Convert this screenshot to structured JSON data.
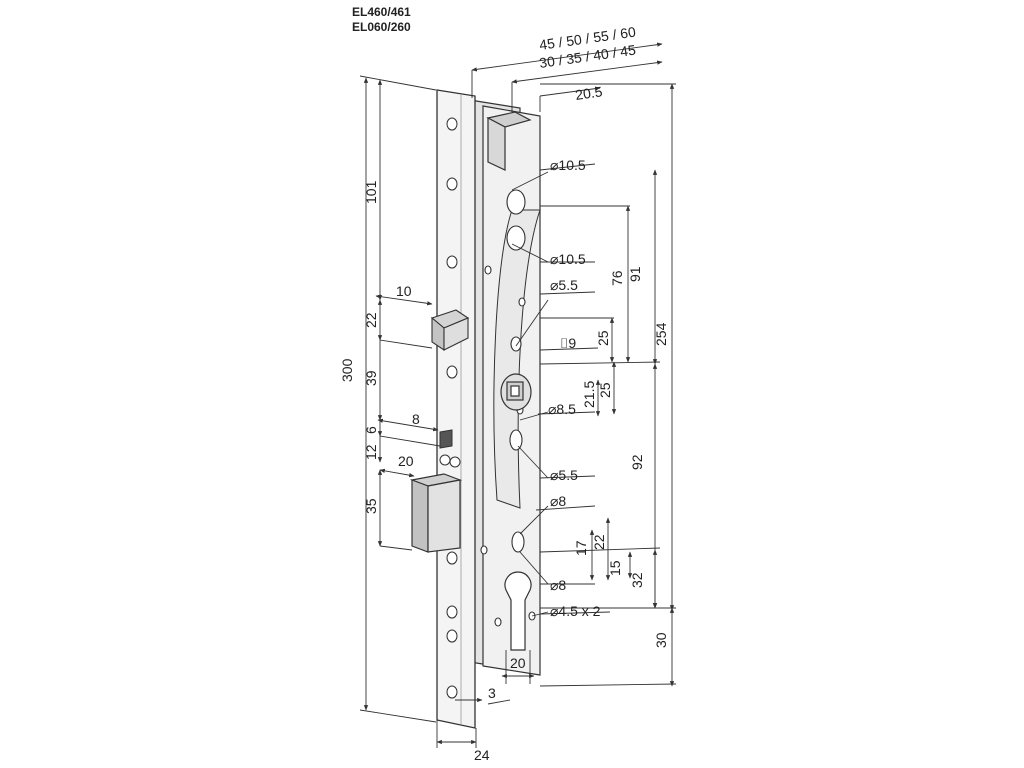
{
  "models": [
    "EL460/461",
    "EL060/260"
  ],
  "dimensions": {
    "backset_options_top": "45 / 50 / 55 / 60",
    "backset_options_bottom": "30 / 35 / 40 / 45",
    "d_20_5_top": "20.5",
    "hole_top": "⌀10.5",
    "hole_upper": "⌀10.5",
    "hole_small_upper": "⌀5.5",
    "square_spindle": "⌷9",
    "hole_8_5": "⌀8.5",
    "hole_small_lower": "⌀5.5",
    "hole_8_upper": "⌀8",
    "hole_8_lower": "⌀8",
    "fixing_hole": "⌀4.5 x 2",
    "d_91": "91",
    "d_76": "76",
    "d_25_a": "25",
    "d_25_b": "25",
    "d_21_5": "21.5",
    "d_92": "92",
    "d_254": "254",
    "d_22_right": "22",
    "d_17": "17",
    "d_15": "15",
    "d_32": "32",
    "d_30": "30",
    "d_20_bottom": "20",
    "d_3": "3",
    "d_24": "24",
    "d_300": "300",
    "d_101": "101",
    "d_10": "10",
    "d_22_left": "22",
    "d_39": "39",
    "d_8": "8",
    "d_6": "6",
    "d_12": "12",
    "d_20_left": "20",
    "d_35": "35"
  },
  "colors": {
    "line": "#333333",
    "faceplate": "#f3f3f3",
    "body": "#ececec",
    "dark": "#555555"
  }
}
